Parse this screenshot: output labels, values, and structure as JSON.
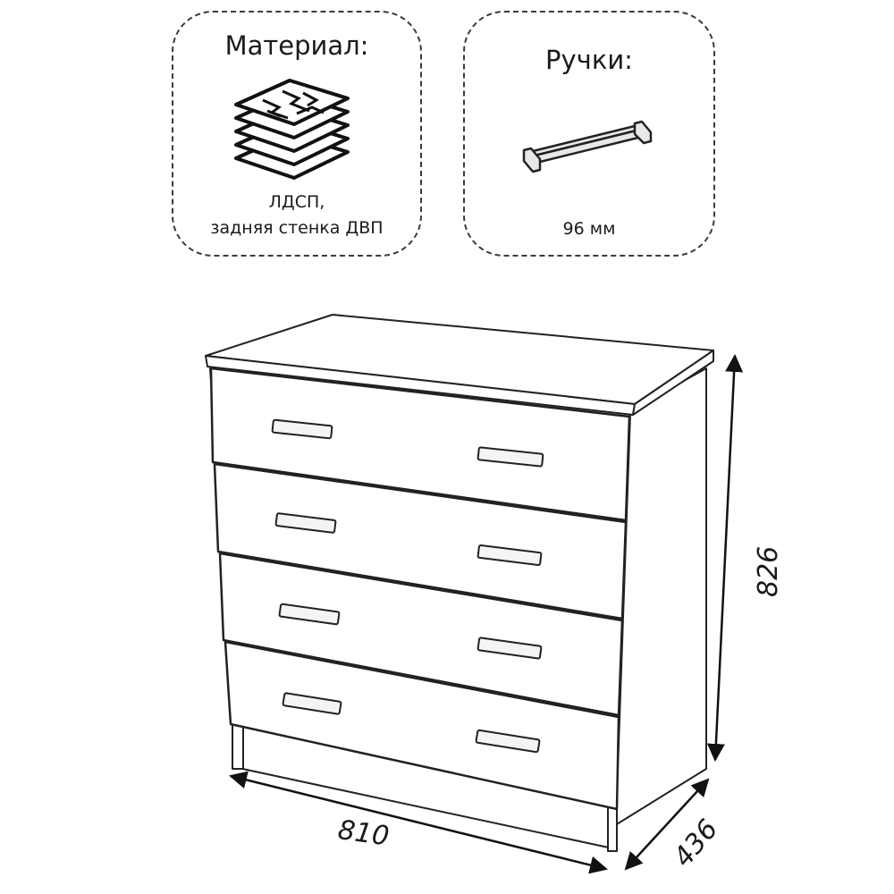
{
  "material_card": {
    "title": "Материал:",
    "caption_line1": "ЛДСП,",
    "caption_line2": "задняя стенка ДВП",
    "icon": "layered-board-icon"
  },
  "handles_card": {
    "title": "Ручки:",
    "caption": "96 мм",
    "icon": "bar-handle-icon"
  },
  "dimensions": {
    "width": "810",
    "depth": "436",
    "height": "826"
  },
  "dresser": {
    "drawer_count": 4,
    "handles_per_drawer": 2
  }
}
